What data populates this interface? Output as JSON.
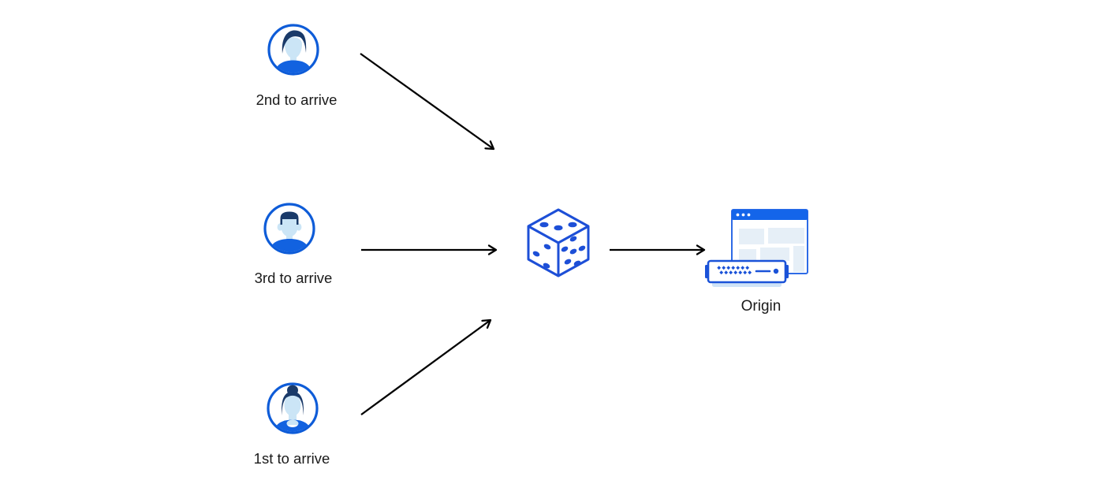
{
  "diagram": {
    "clients": [
      {
        "id": "client-second",
        "label": "2nd to arrive",
        "avatar": "man-swoosh-hair-avatar-icon"
      },
      {
        "id": "client-third",
        "label": "3rd to arrive",
        "avatar": "man-flattop-hair-avatar-icon"
      },
      {
        "id": "client-first",
        "label": "1st to arrive",
        "avatar": "woman-bun-hair-avatar-icon"
      }
    ],
    "randomizer": {
      "icon": "dice-icon"
    },
    "origin": {
      "label": "Origin",
      "icon": "origin-server-browser-icon"
    },
    "flows": [
      {
        "from": "client-second",
        "to": "randomizer"
      },
      {
        "from": "client-third",
        "to": "randomizer"
      },
      {
        "from": "client-first",
        "to": "randomizer"
      },
      {
        "from": "randomizer",
        "to": "origin"
      }
    ],
    "colors": {
      "accent_blue": "#0e5cd8",
      "shirt_blue": "#1262e0",
      "hair_navy": "#1a3a69",
      "face_light_blue": "#cbe5f6",
      "dice_blue": "#1d4fd7",
      "window_titlebar_blue": "#1465ea",
      "window_panel_blue": "#e6eff7",
      "server_base_blue": "#cfe3f7",
      "arrow_black": "#000000",
      "background": "#ffffff"
    }
  }
}
